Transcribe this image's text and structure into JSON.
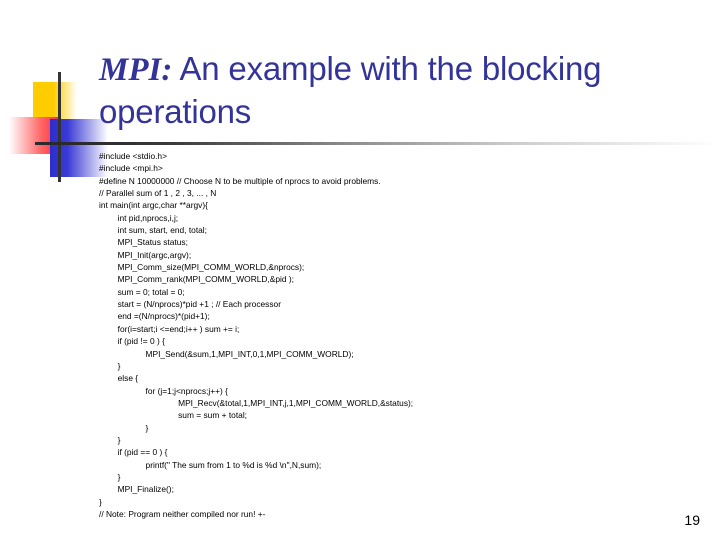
{
  "slide": {
    "title_emphasis": "MPI:",
    "title_rest": " An example with the blocking operations",
    "number": "19",
    "accent_color": "#333399",
    "decor": {
      "yellow": "#FFCC00",
      "red": "#F8283C",
      "blue": "#2D2DCB",
      "rule": "#2b2b2b"
    }
  },
  "code": {
    "lines": [
      "#include <stdio.h>",
      "#include <mpi.h>",
      "#define N 10000000 // Choose N to be multiple of nprocs to avoid problems.",
      "// Parallel sum of 1 , 2 , 3, ... , N",
      "int main(int argc,char **argv){",
      "        int pid,nprocs,i,j;",
      "        int sum, start, end, total;",
      "        MPI_Status status;",
      "        MPI_Init(argc,argv);",
      "        MPI_Comm_size(MPI_COMM_WORLD,&nprocs);",
      "        MPI_Comm_rank(MPI_COMM_WORLD,&pid );",
      "        sum = 0; total = 0;",
      "        start = (N/nprocs)*pid +1 ; // Each processor",
      "        end =(N/nprocs)*(pid+1);",
      "        for(i=start;i <=end;i++ ) sum += i;",
      "        if (pid != 0 ) {",
      "                    MPI_Send(&sum,1,MPI_INT,0,1,MPI_COMM_WORLD);",
      "        }",
      "        else {",
      "                    for (j=1;j<nprocs;j++) {",
      "                                  MPI_Recv(&total,1,MPI_INT,j,1,MPI_COMM_WORLD,&status);",
      "                                  sum = sum + total;",
      "                    }",
      "        }",
      "        if (pid == 0 ) {",
      "                    printf(\" The sum from 1 to %d is %d \\n\",N,sum);",
      "        }",
      "        MPI_Finalize();",
      "}",
      "// Note: Program neither compiled nor run! +-"
    ]
  }
}
